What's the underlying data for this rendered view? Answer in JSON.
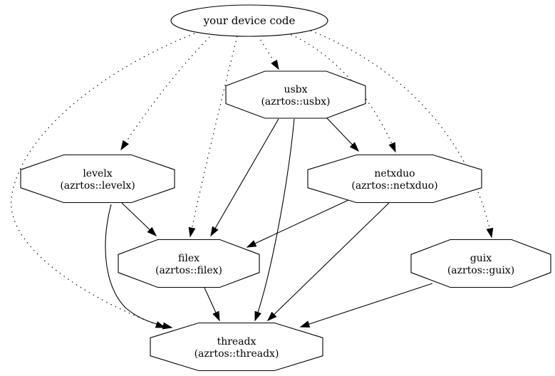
{
  "diagram": {
    "kind": "dependency-graph",
    "colors": {
      "line": "#000000",
      "text": "#000000",
      "background": "#ffffff"
    },
    "nodes": [
      {
        "id": "device",
        "shape": "ellipse",
        "label": "your device code",
        "sublabel": ""
      },
      {
        "id": "usbx",
        "shape": "octagon",
        "label": "usbx",
        "sublabel": "(azrtos::usbx)"
      },
      {
        "id": "levelx",
        "shape": "octagon",
        "label": "levelx",
        "sublabel": "(azrtos::levelx)"
      },
      {
        "id": "netxduo",
        "shape": "octagon",
        "label": "netxduo",
        "sublabel": "(azrtos::netxduo)"
      },
      {
        "id": "filex",
        "shape": "octagon",
        "label": "filex",
        "sublabel": "(azrtos::filex)"
      },
      {
        "id": "guix",
        "shape": "octagon",
        "label": "guix",
        "sublabel": "(azrtos::guix)"
      },
      {
        "id": "threadx",
        "shape": "octagon",
        "label": "threadx",
        "sublabel": "(azrtos::threadx)"
      }
    ],
    "edges": [
      {
        "from": "device",
        "to": "usbx",
        "style": "dotted"
      },
      {
        "from": "device",
        "to": "levelx",
        "style": "dotted"
      },
      {
        "from": "device",
        "to": "filex",
        "style": "dotted"
      },
      {
        "from": "device",
        "to": "netxduo",
        "style": "dotted"
      },
      {
        "from": "device",
        "to": "guix",
        "style": "dotted"
      },
      {
        "from": "device",
        "to": "threadx",
        "style": "dotted"
      },
      {
        "from": "usbx",
        "to": "netxduo",
        "style": "solid"
      },
      {
        "from": "usbx",
        "to": "filex",
        "style": "solid"
      },
      {
        "from": "usbx",
        "to": "threadx",
        "style": "solid"
      },
      {
        "from": "levelx",
        "to": "filex",
        "style": "solid"
      },
      {
        "from": "levelx",
        "to": "threadx",
        "style": "solid"
      },
      {
        "from": "netxduo",
        "to": "filex",
        "style": "solid"
      },
      {
        "from": "netxduo",
        "to": "threadx",
        "style": "solid"
      },
      {
        "from": "filex",
        "to": "threadx",
        "style": "solid"
      },
      {
        "from": "guix",
        "to": "threadx",
        "style": "solid"
      }
    ]
  }
}
